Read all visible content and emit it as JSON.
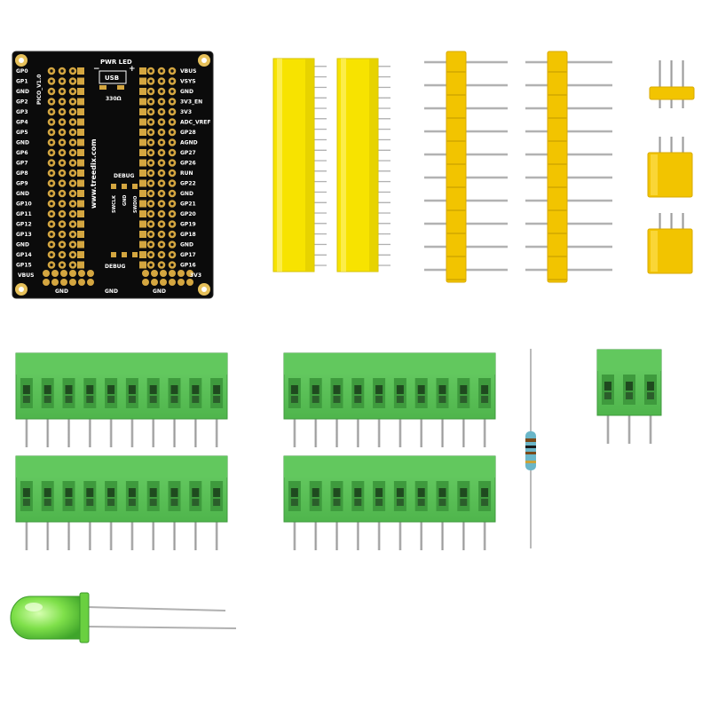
{
  "scene": {
    "background": "#ffffff",
    "description_items": [
      "pcb-breakout-board",
      "female-pin-headers",
      "male-pin-headers",
      "jumper-headers",
      "screw-terminal-blocks",
      "resistor",
      "led"
    ]
  },
  "pcb": {
    "pwr_led_label": "PWR LED",
    "usb_label": "USB",
    "minus_label": "−",
    "plus_label": "+",
    "resistor_label": "330Ω",
    "url_label": "www.treedix.com",
    "model_label": "PICO_V1.0",
    "debug_top_label": "DEBUG",
    "debug_bottom_label": "DEBUG",
    "swclk_label": "SWCLK",
    "swdio_label": "SWDIO",
    "gnd_small_label": "GND",
    "vbus_bottom_label": "VBUS",
    "gnd_bottom_left": "GND",
    "gnd_bottom_mid": "GND",
    "gnd_bottom_right": "GND",
    "v3v3_bottom_label": "3V3",
    "left_pins": [
      "GP0",
      "GP1",
      "GND",
      "GP2",
      "GP3",
      "GP4",
      "GP5",
      "GND",
      "GP6",
      "GP7",
      "GP8",
      "GP9",
      "GND",
      "GP10",
      "GP11",
      "GP12",
      "GP13",
      "GND",
      "GP14",
      "GP15"
    ],
    "right_pins": [
      "VBUS",
      "VSYS",
      "GND",
      "3V3_EN",
      "3V3",
      "ADC_VREF",
      "GP28",
      "AGND",
      "GP27",
      "GP26",
      "RUN",
      "GP22",
      "GND",
      "GP21",
      "GP20",
      "GP19",
      "GP18",
      "GND",
      "GP17",
      "GP16"
    ]
  },
  "colors": {
    "pcb": "#0a0a0a",
    "pad": "#d4a640",
    "female_header": "#f5e000",
    "male_header": "#f2c200",
    "terminal": "#5cc25a",
    "terminal_dark": "#3f9a3e",
    "led": "#7ee04a",
    "pin_metal": "#b8b8b8"
  }
}
